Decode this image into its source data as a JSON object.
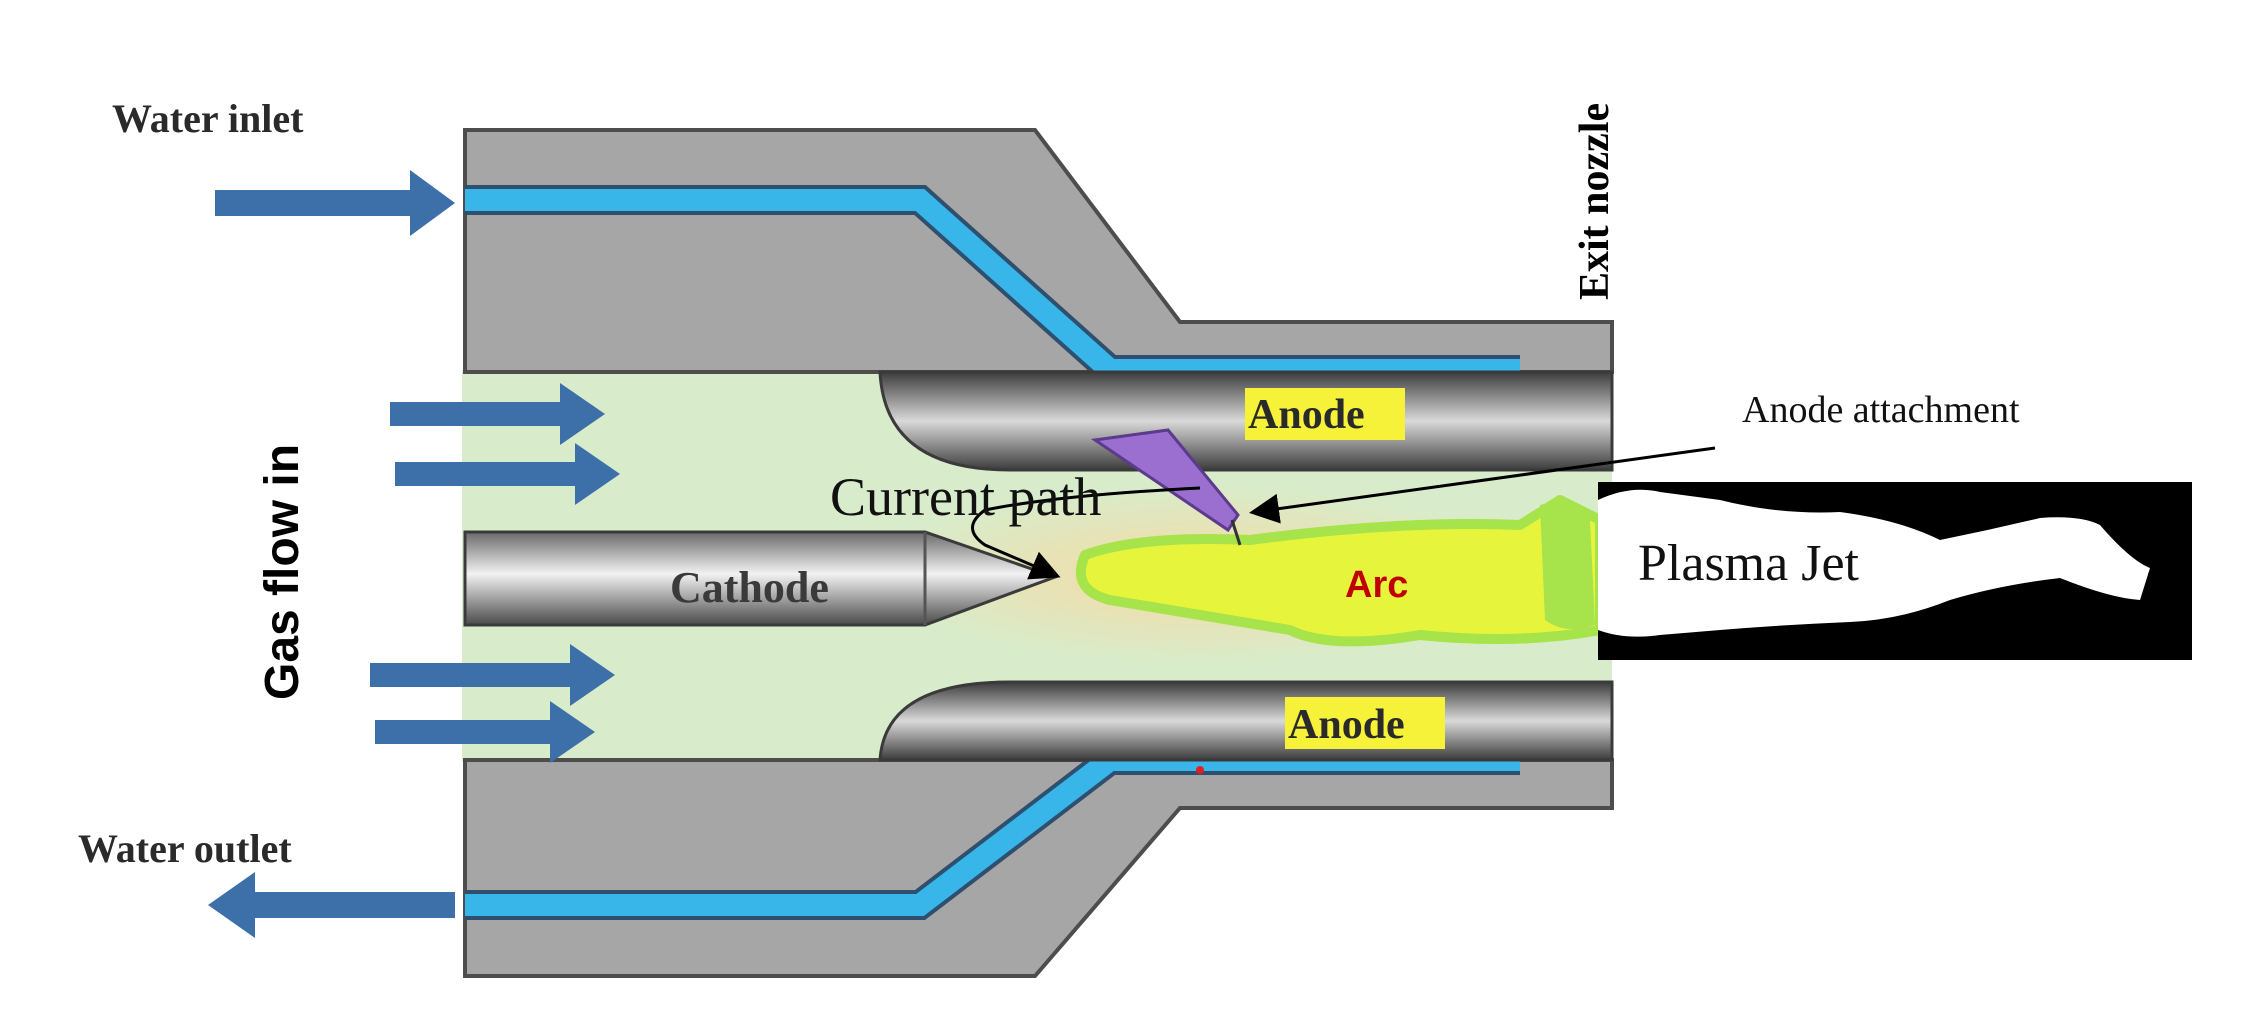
{
  "labels": {
    "water_inlet": "Water inlet",
    "water_outlet": "Water outlet",
    "gas_flow_in": "Gas flow in",
    "exit_nozzle": "Exit nozzle",
    "anode_top": "Anode",
    "anode_bottom": "Anode",
    "anode_attachment": "Anode attachment",
    "current_path": "Current path",
    "cathode": "Cathode",
    "arc": "Arc",
    "plasma_jet": "Plasma Jet"
  },
  "colors": {
    "housing": "#a6a6a6",
    "housing_outline": "#4d4d4d",
    "water_channel": "#38b6ea",
    "flow_arrow": "#3d6fa8",
    "gas_region": "#d8eccb",
    "arc": "#e6f53c",
    "arc_edge": "#a7e34a",
    "arc_text": "#c00000",
    "anode_label_bg": "#f6f23a",
    "electrode_purple": "#9a6fd0",
    "plasma_background": "#000000",
    "plasma_jet": "#ffffff"
  }
}
